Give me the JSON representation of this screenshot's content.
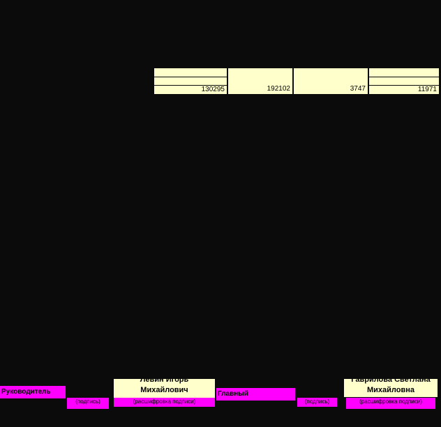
{
  "totals_table": {
    "values": [
      "130295",
      "192102",
      "3747",
      "11971"
    ]
  },
  "signatures": {
    "head": {
      "title": "Руководитель",
      "signature_hint": "(подпись)",
      "name_line1": "Левин Игорь",
      "name_line2": "Михайлович",
      "decode_hint": "(расшифровка подписи)"
    },
    "chief_accountant": {
      "title": "Главный",
      "signature_hint": "(подпись)",
      "name_line1": "Гаврилова Светлана",
      "name_line2": "Михайловна",
      "decode_hint": "(расшифровка подписи)"
    }
  }
}
